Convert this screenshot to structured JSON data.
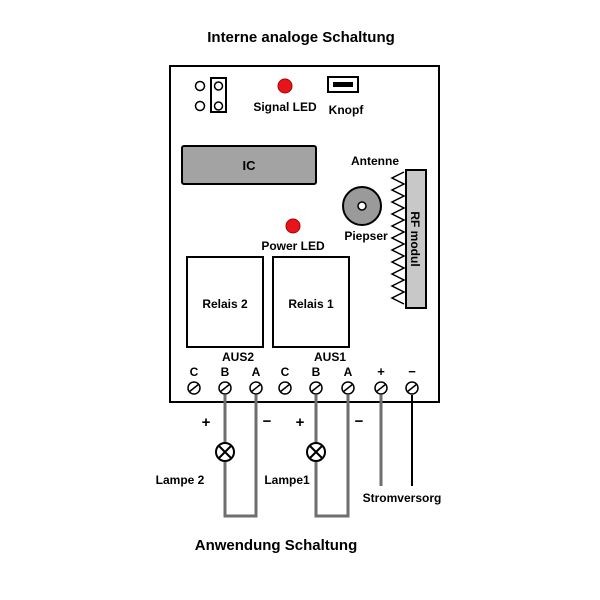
{
  "title_top": "Interne analoge Schaltung",
  "title_bottom": "Anwendung Schaltung",
  "board": {
    "signal_led": "Signal LED",
    "knopf": "Knopf",
    "ic": "IC",
    "antenne": "Antenne",
    "rf_modul": "RF modul",
    "piepser": "Piepser",
    "power_led": "Power LED",
    "relais2": "Relais 2",
    "relais1": "Relais 1",
    "aus2": "AUS2",
    "aus1": "AUS1",
    "terminals": [
      "C",
      "B",
      "A",
      "C",
      "B",
      "A",
      "+",
      "−"
    ]
  },
  "external": {
    "lampe2": "Lampe 2",
    "lampe1": "Lampe1",
    "stromversorg": "Stromversorg",
    "plus": "+",
    "minus": "−"
  },
  "colors": {
    "led": "#e8141b",
    "ic_fill": "#a3a3a3",
    "rf_fill": "#c8c8c8",
    "wire": "#6e6e6e"
  }
}
